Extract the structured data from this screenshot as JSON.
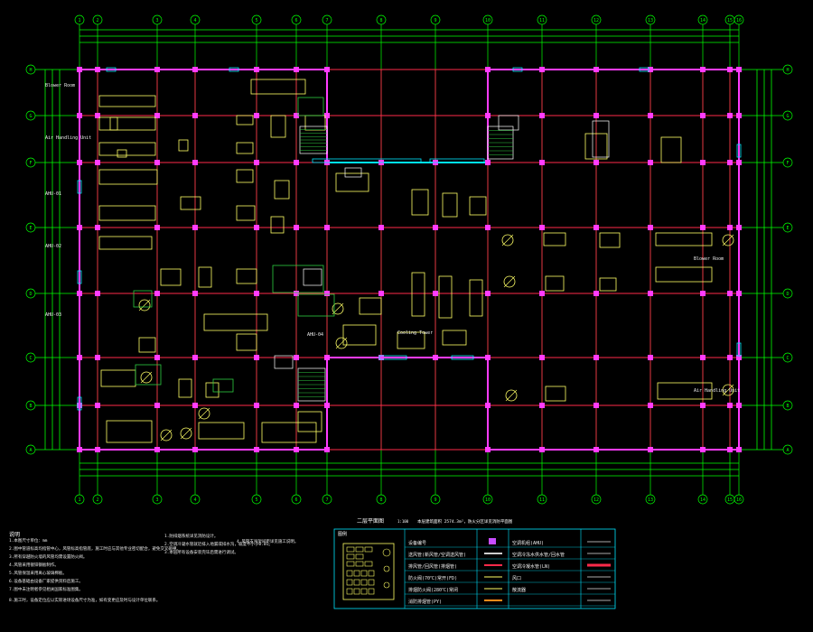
{
  "drawing": {
    "colors": {
      "background": "#000000",
      "grid_axis": "#00ff00",
      "wall": "#ff3cff",
      "beam": "#ff2a4a",
      "equipment": "#ffff66",
      "text": "#ffffff",
      "cyan": "#00e5ff",
      "legend_frame": "#00e5ff",
      "orange": "#ff8c1a",
      "magenta_fill": "#c84cff"
    },
    "axis_labels_x": [
      "1",
      "2",
      "3",
      "4",
      "5",
      "6",
      "7",
      "8",
      "9",
      "10",
      "11",
      "12",
      "13",
      "14",
      "15",
      "16"
    ],
    "axis_labels_y": [
      "H",
      "G",
      "F",
      "E",
      "D",
      "C",
      "B",
      "A"
    ],
    "room_tags": [
      "Blower Room",
      "Air Handling Unit",
      "AHU-01",
      "AHU-02",
      "AHU-03",
      "AHU-04",
      "Cooling Tower"
    ],
    "plan_title": "二层平面图",
    "plan_scale": "1:100",
    "plan_subtitle": "本层建筑面积 2574.3m²，防火分区详见消防平面图",
    "notes_title": "说明",
    "notes_col1": [
      "1.本图尺寸单位：mm",
      "2.图中管道标高均指管中心，风管标高指管底，施工时应与其他专业密切配合，避免交叉碰撞。",
      "3.所有穿越防火墙的风管均需设置防火阀。",
      "4.风管采用镀锌钢板制作。",
      "5.风管保温采用离心玻璃棉板。",
      "6.设备基础由设备厂家提供资料后施工。",
      "7.图中未注明者参见相关国家标准图集。",
      "8.施工时，设备定位应以实际进场设备尺寸为准，如有变更应及时与设计单位联系。"
    ],
    "notes_col2": [
      "1.防排烟系统详见消防设计。",
      "2.空调冷凝水管就近排入地漏或排水沟，坡度不小于0.01。",
      "3.本层所有设备安装完毕后需进行调试。"
    ],
    "notes_col3": [
      "4.风管支吊架间距详见施工说明。"
    ],
    "legend_title": "图例",
    "legend_rows": [
      {
        "left_label": "设备编号",
        "right_label": "空调机组(AHU)",
        "swatch": "magenta"
      },
      {
        "left_label": "送风管(新风管/空调送风管)",
        "right_label": "空调冷冻水供水管/回水管",
        "swatch": "white"
      },
      {
        "left_label": "排风管/回风管(排烟管)",
        "right_label": "空调冷凝水管(LN)",
        "swatch": "red"
      },
      {
        "left_label": "防火阀(70℃)常开(FD)",
        "right_label": "风口",
        "swatch": "none"
      },
      {
        "left_label": "排烟防火阀(280℃)常闭",
        "right_label": "散流器",
        "swatch": "none"
      },
      {
        "left_label": "消防排烟管(PY)",
        "right_label": "",
        "swatch": "orange"
      }
    ]
  }
}
